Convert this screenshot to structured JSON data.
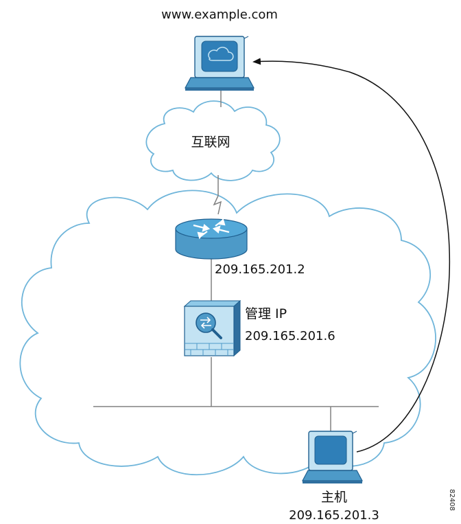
{
  "web_server": {
    "label": "www.example.com"
  },
  "internet": {
    "label": "互联网"
  },
  "router": {
    "ip": "209.165.201.2"
  },
  "asa": {
    "title": "管理 IP",
    "ip": "209.165.201.6"
  },
  "host": {
    "title": "主机",
    "ip": "209.165.201.3"
  },
  "figure_id": "82408",
  "colors": {
    "device_fill": "#c3e3f3",
    "device_dark": "#4d9ac8",
    "device_stroke": "#1f5f8f",
    "screen_fill": "#2f7fb8",
    "router_top": "#53a9d9",
    "cloud_stroke": "#6fb5da",
    "line": "#808080",
    "arrow": "#111111"
  }
}
